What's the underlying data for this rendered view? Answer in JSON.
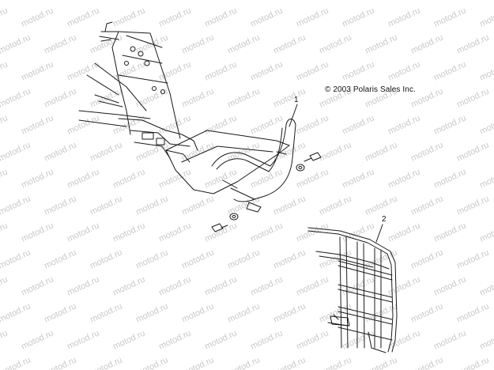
{
  "copyright": "© 2003 Polaris Sales Inc.",
  "callouts": {
    "bumper": "1",
    "nerf_bar": "2"
  },
  "watermark": "motod.ru",
  "line_color": "#1a1a1a",
  "watermark_color": "#c9c9c9"
}
